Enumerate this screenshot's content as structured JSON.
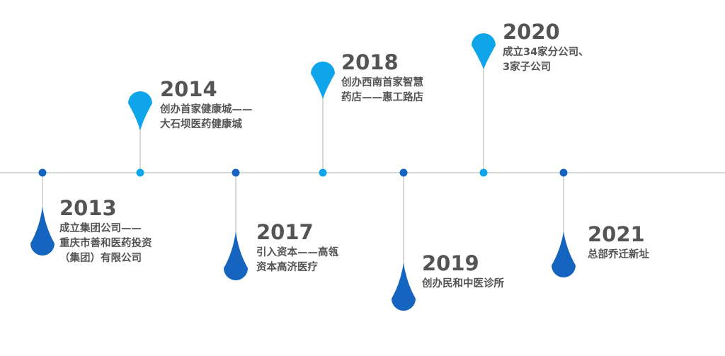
{
  "colors": {
    "axis": "#c9c9c9",
    "stem": "#bdbdbd",
    "dark_blue": "#1565c0",
    "light_blue": "#0fa5ea",
    "text": "#545454"
  },
  "events": [
    {
      "year": "2013",
      "lines": [
        "成立集团公司——",
        "重庆市善和医药投资",
        "（集团）有限公司"
      ],
      "side": "below",
      "color": "dark_blue"
    },
    {
      "year": "2014",
      "lines": [
        "创办首家健康城——",
        "大石坝医药健康城"
      ],
      "side": "above",
      "color": "light_blue"
    },
    {
      "year": "2017",
      "lines": [
        "引入资本——高瓴",
        "资本高济医疗"
      ],
      "side": "below",
      "color": "dark_blue"
    },
    {
      "year": "2018",
      "lines": [
        "创办西南首家智慧",
        "药店——惠工路店"
      ],
      "side": "above",
      "color": "light_blue"
    },
    {
      "year": "2019",
      "lines": [
        "创办民和中医诊所"
      ],
      "side": "below",
      "color": "dark_blue"
    },
    {
      "year": "2020",
      "lines": [
        "成立34家分公司、",
        "3家子公司"
      ],
      "side": "above",
      "color": "light_blue"
    },
    {
      "year": "2021",
      "lines": [
        "总部乔迁新址"
      ],
      "side": "below",
      "color": "dark_blue"
    }
  ]
}
